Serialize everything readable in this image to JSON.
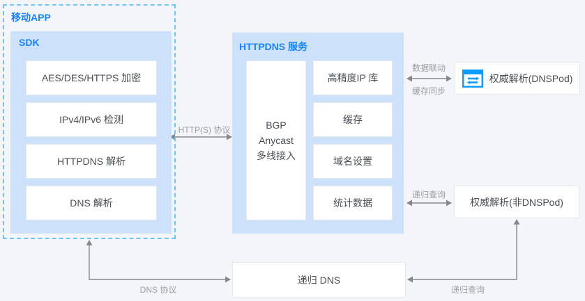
{
  "colors": {
    "page_bg": "#f3f5f8",
    "panel_blue": "#cde2fa",
    "accent_blue": "#1a82fa",
    "dashed_border_blue": "#6fc3f7",
    "box_text_gray": "#4a4e54",
    "arrow_gray": "#85888c",
    "edge_label_gray": "#9ba0a6",
    "icon_blue": "#0c9bfd"
  },
  "mobile_app": {
    "title": "移动APP",
    "sdk": {
      "title": "SDK",
      "items": [
        "AES/DES/HTTPS 加密",
        "IPv4/IPv6 检测",
        "HTTPDNS 解析",
        "DNS 解析"
      ]
    }
  },
  "httpdns": {
    "title": "HTTPDNS 服务",
    "bgp_lines": [
      "BGP",
      "Anycast",
      "多线接入"
    ],
    "items": [
      "高精度IP 库",
      "缓存",
      "域名设置",
      "统计数据"
    ]
  },
  "external": {
    "dnspod": "权威解析(DNSPod)",
    "non_dnspod": "权威解析(非DNSPod)",
    "recursive_dns": "递归 DNS"
  },
  "edge_labels": {
    "http_protocol": "HTTP(S) 协议",
    "data_link": "数据联动",
    "cache_sync": "缓存同步",
    "recursive_query_top": "递归查询",
    "dns_protocol": "DNS 协议",
    "recursive_query_bottom": "递归查询"
  }
}
